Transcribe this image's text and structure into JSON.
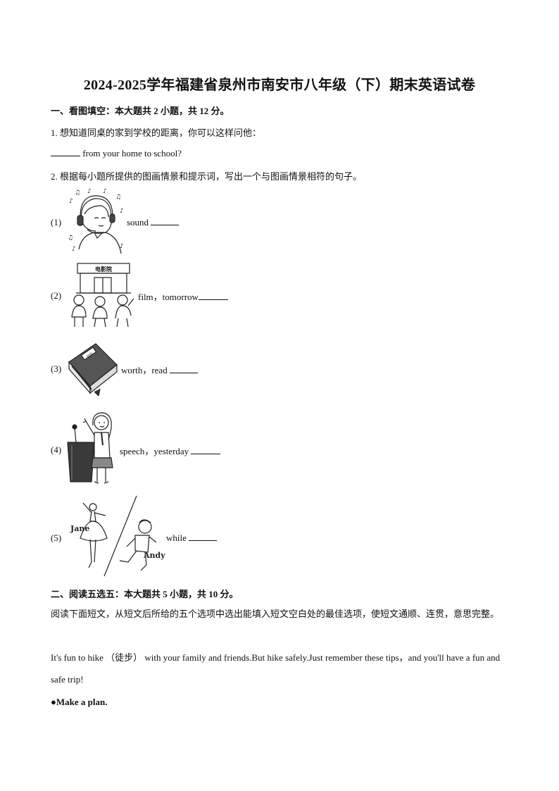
{
  "title": "2024-2025学年福建省泉州市南安市八年级（下）期末英语试卷",
  "section1": {
    "header": "一、看图填空：本大题共 2 小题，共 12 分。",
    "q1": {
      "prompt": "1. 想知道同桌的家到学校的距离，你可以这样问他：",
      "answer_line": " from your home to school?"
    },
    "q2": {
      "prompt": "2. 根据每小题所提供的图画情景和提示词，写出一个与图画情景相符的句子。",
      "items": [
        {
          "num": "(1)",
          "hint": "sound"
        },
        {
          "num": "(2)",
          "hint": "film，tomorrow"
        },
        {
          "num": "(3)",
          "hint": "worth，read"
        },
        {
          "num": "(4)",
          "hint": "speech，yesterday"
        },
        {
          "num": "(5)",
          "hint": "while"
        }
      ],
      "cinema_sign": "电影院",
      "book_label": "book",
      "name_jane": "Jane",
      "name_andy": "Andy"
    }
  },
  "section2": {
    "header": "二、阅读五选五：本大题共 5 小题，共 10 分。",
    "instructions": "阅读下面短文，从短文后所给的五个选项中选出能填入短文空白处的最佳选项，使短文通顺、连贯，意思完整。",
    "passage": "It's fun to hike （徒步） with your family and friends.But hike safely.Just remember these tips，and you'll have a fun and safe trip!",
    "tip1": "●Make a plan."
  }
}
